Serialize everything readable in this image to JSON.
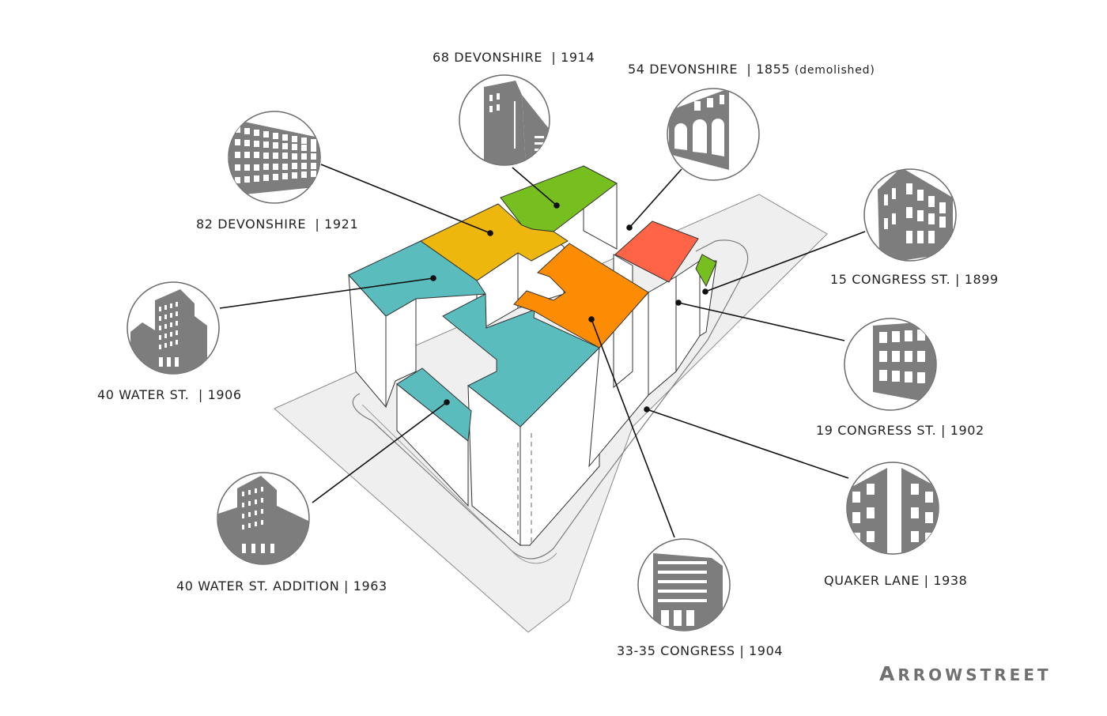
{
  "brand": {
    "first": "A",
    "rest": "RROWSTREET"
  },
  "colors": {
    "teal": "#5bbcbe",
    "gold": "#edb70e",
    "green": "#76bf1e",
    "orange": "#fb8c03",
    "red": "#ff6447",
    "ground": "#efefef",
    "icon_gray": "#7d7d7d",
    "leader": "#111111"
  },
  "buildings": [
    {
      "id": "b68dev",
      "name": "68 DEVONSHIRE",
      "year": "1914",
      "note": "",
      "icon": "tall-tower-icon"
    },
    {
      "id": "b54dev",
      "name": "54 DEVONSHIRE",
      "year": "1855",
      "note": "(demolished)",
      "icon": "arched-facade-icon"
    },
    {
      "id": "b82dev",
      "name": "82 DEVONSHIRE",
      "year": "1921",
      "note": "",
      "icon": "grid-facade-icon"
    },
    {
      "id": "b15con",
      "name": "15 CONGRESS ST.",
      "year": "1899",
      "note": "",
      "icon": "corner-building-icon"
    },
    {
      "id": "b40wat",
      "name": "40 WATER ST. ",
      "year": "1906",
      "note": "",
      "icon": "highrise-icon"
    },
    {
      "id": "b19con",
      "name": "19 CONGRESS ST.",
      "year": "1902",
      "note": "",
      "icon": "window-grid-icon"
    },
    {
      "id": "bquaker",
      "name": "QUAKER LANE",
      "year": "1938",
      "note": "",
      "icon": "alley-view-icon"
    },
    {
      "id": "b40add",
      "name": "40 WATER ST. ADDITION",
      "year": "1963",
      "note": "",
      "icon": "highrise-addition-icon"
    },
    {
      "id": "b3335",
      "name": "33-35 CONGRESS",
      "year": "1904",
      "note": "",
      "icon": "office-block-icon"
    }
  ]
}
